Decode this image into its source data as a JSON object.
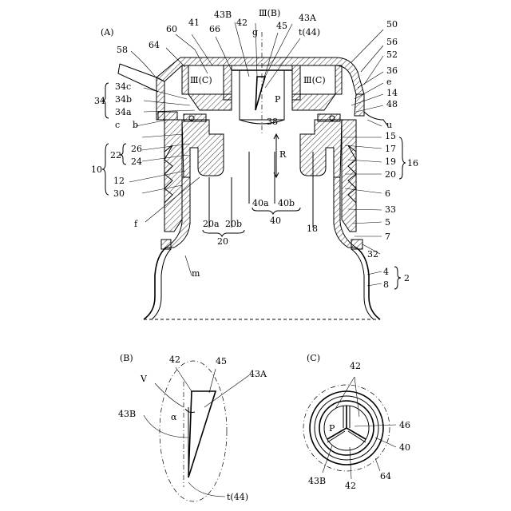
{
  "panels": {
    "A": "(A)",
    "B": "(B)",
    "C": "(C)"
  },
  "labels_A": {
    "l58": "58",
    "l64": "64",
    "l60": "60",
    "l41": "41",
    "l66": "66",
    "l43B": "43B",
    "l42": "42",
    "l3B": "Ⅲ(B)",
    "lg": "g",
    "l45": "45",
    "l43A": "43A",
    "lt44": "t(44)",
    "l50": "50",
    "l56": "56",
    "l52": "52",
    "l36": "36",
    "le": "e",
    "l14": "14",
    "l48": "48",
    "lu": "u",
    "l15": "15",
    "l17": "17",
    "l19": "19",
    "l20r": "20",
    "l16": "16",
    "l6": "6",
    "l33": "33",
    "l5": "5",
    "l7": "7",
    "l32": "32",
    "l4": "4",
    "l8": "8",
    "l2": "2",
    "l3Cl": "Ⅲ(C)",
    "l3Cr": "Ⅲ(C)",
    "lP": "P",
    "l38": "38",
    "lR": "R",
    "l34": "34",
    "l34c": "34c",
    "l34b": "34b",
    "l34a": "34a",
    "lc": "c",
    "lb": "b",
    "l22": "22",
    "l26": "26",
    "l24": "24",
    "l10": "10",
    "l12": "12",
    "l30": "30",
    "lf": "f",
    "l20a": "20a",
    "l20b": "20b",
    "l20": "20",
    "l40a": "40a",
    "l40b": "40b",
    "l40": "40",
    "l18": "18",
    "lm": "m"
  },
  "labels_B": {
    "l42": "42",
    "l45": "45",
    "lV": "V",
    "l43A": "43A",
    "l43B": "43B",
    "la": "α",
    "lt44": "t(44)"
  },
  "labels_C": {
    "l42t": "42",
    "l46": "46",
    "lP": "P",
    "l40": "40",
    "l43B": "43B",
    "l42b": "42",
    "l64": "64"
  }
}
